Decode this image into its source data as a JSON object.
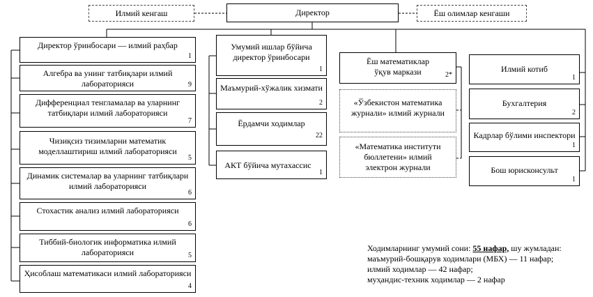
{
  "top": {
    "science_council": "Илмий кенгаш",
    "director": "Директор",
    "young_council": "Ёш олимлар кенгаши"
  },
  "col1": [
    {
      "label": "Директор ўринбосари — илмий раҳбар",
      "count": "1"
    },
    {
      "label": "Алгебра ва унинг татбиқлари илмий лабораторияси",
      "count": "9"
    },
    {
      "label": "Дифференциал тенгламалар ва уларнинг татбиқлари илмий лабораторияси",
      "count": "7"
    },
    {
      "label": "Чизиқсиз тизимларни математик моделлаштириш илмий лабораторияси",
      "count": "5"
    },
    {
      "label": "Динамик системалар ва уларнинг татбиқлари илмий лабораторияси",
      "count": "6"
    },
    {
      "label": "Стохастик анализ илмий лабораторияси",
      "count": "6"
    },
    {
      "label": "Тиббий-биологик информатика илмий лабораторияси",
      "count": "5"
    },
    {
      "label": "Ҳисоблаш математикаси илмий лабораторияси",
      "count": "4"
    }
  ],
  "col2": [
    {
      "label": "Умумий ишлар бўйича директор ўринбосари",
      "count": "1"
    },
    {
      "label": "Маъмурий-хўжалик хизмати",
      "count": "2"
    },
    {
      "label": "Ёрдамчи ходимлар",
      "count": "22"
    },
    {
      "label": "АКТ бўйича мутахассис",
      "count": "1"
    }
  ],
  "col3": [
    {
      "label": "Ёш математиклар ўқув маркази",
      "count": "2*"
    },
    {
      "label": "«Ўзбекистон математика журнали» илмий журнали"
    },
    {
      "label": "«Математика институти бюллетени» илмий электрон журнали"
    }
  ],
  "col4": [
    {
      "label": "Илмий котиб",
      "count": "1"
    },
    {
      "label": "Бухгалтерия",
      "count": "2"
    },
    {
      "label": "Кадрлар бўлими инспектори",
      "count": "1"
    },
    {
      "label": "Бош юрисконсульт",
      "count": "1"
    }
  ],
  "summary": {
    "line1_prefix": "Ходимларнинг умумий сони: ",
    "line1_total": "55 нафар,",
    "line1_suffix": " шу жумладан:",
    "line2": "маъмурий-бошқарув ходимлари (МБХ) — 11 нафар;",
    "line3": "илмий ходимлар — 42 нафар;",
    "line4": "муҳандис-техник ходимлар — 2 нафар"
  }
}
